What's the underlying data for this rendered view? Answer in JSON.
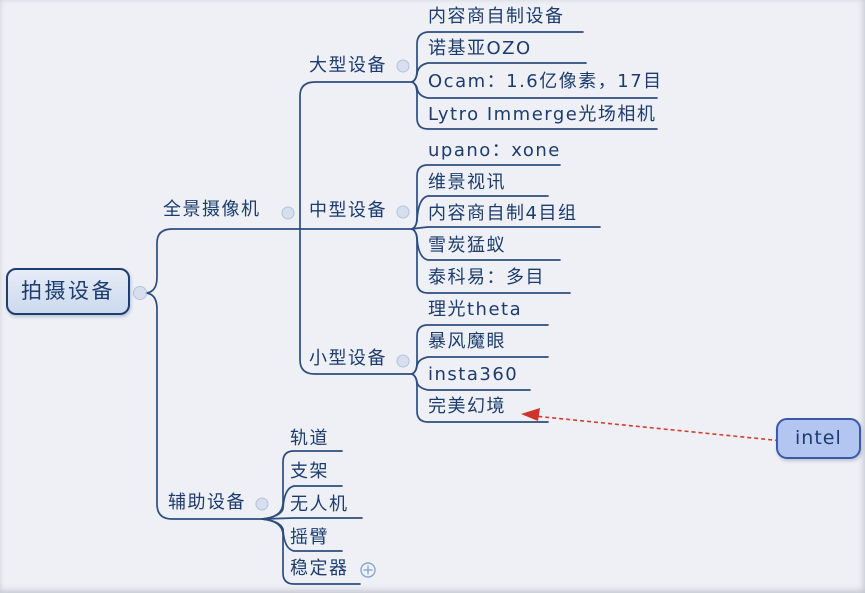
{
  "colors": {
    "background": "#eef0f6",
    "topic_text": "#1c3c6e",
    "branch_line": "#2e4d7e",
    "root_fill": "#d5e0f0",
    "root_border": "#1e3e6f",
    "floating_fill": "#b3c6f2",
    "floating_border": "#3a5aa5",
    "relationship_arrow": "#d63c30"
  },
  "icons": {
    "expand": "+",
    "collapse_dot": "•"
  },
  "map": {
    "root": {
      "label": "拍摄设备"
    },
    "branches": [
      {
        "label": "全景摄像机",
        "groups": [
          {
            "label": "大型设备",
            "items": [
              "内容商自制设备",
              "诺基亚OZO",
              "Ocam：1.6亿像素，17目",
              "Lytro Immerge光场相机"
            ]
          },
          {
            "label": "中型设备",
            "items": [
              "upano：xone",
              "维景视讯",
              "内容商自制4目组",
              "雪炭猛蚁",
              "泰科易：多目"
            ]
          },
          {
            "label": "小型设备",
            "items": [
              "理光theta",
              "暴风魔眼",
              "insta360",
              "完美幻境"
            ]
          }
        ]
      },
      {
        "label": "辅助设备",
        "items": [
          "轨道",
          "支架",
          "无人机",
          "摇臂",
          "稳定器"
        ]
      }
    ],
    "floating_topic": {
      "label": "intel"
    },
    "relationship": {
      "from": "intel",
      "to": "完美幻境",
      "style": "red-dashed-arrow"
    }
  }
}
